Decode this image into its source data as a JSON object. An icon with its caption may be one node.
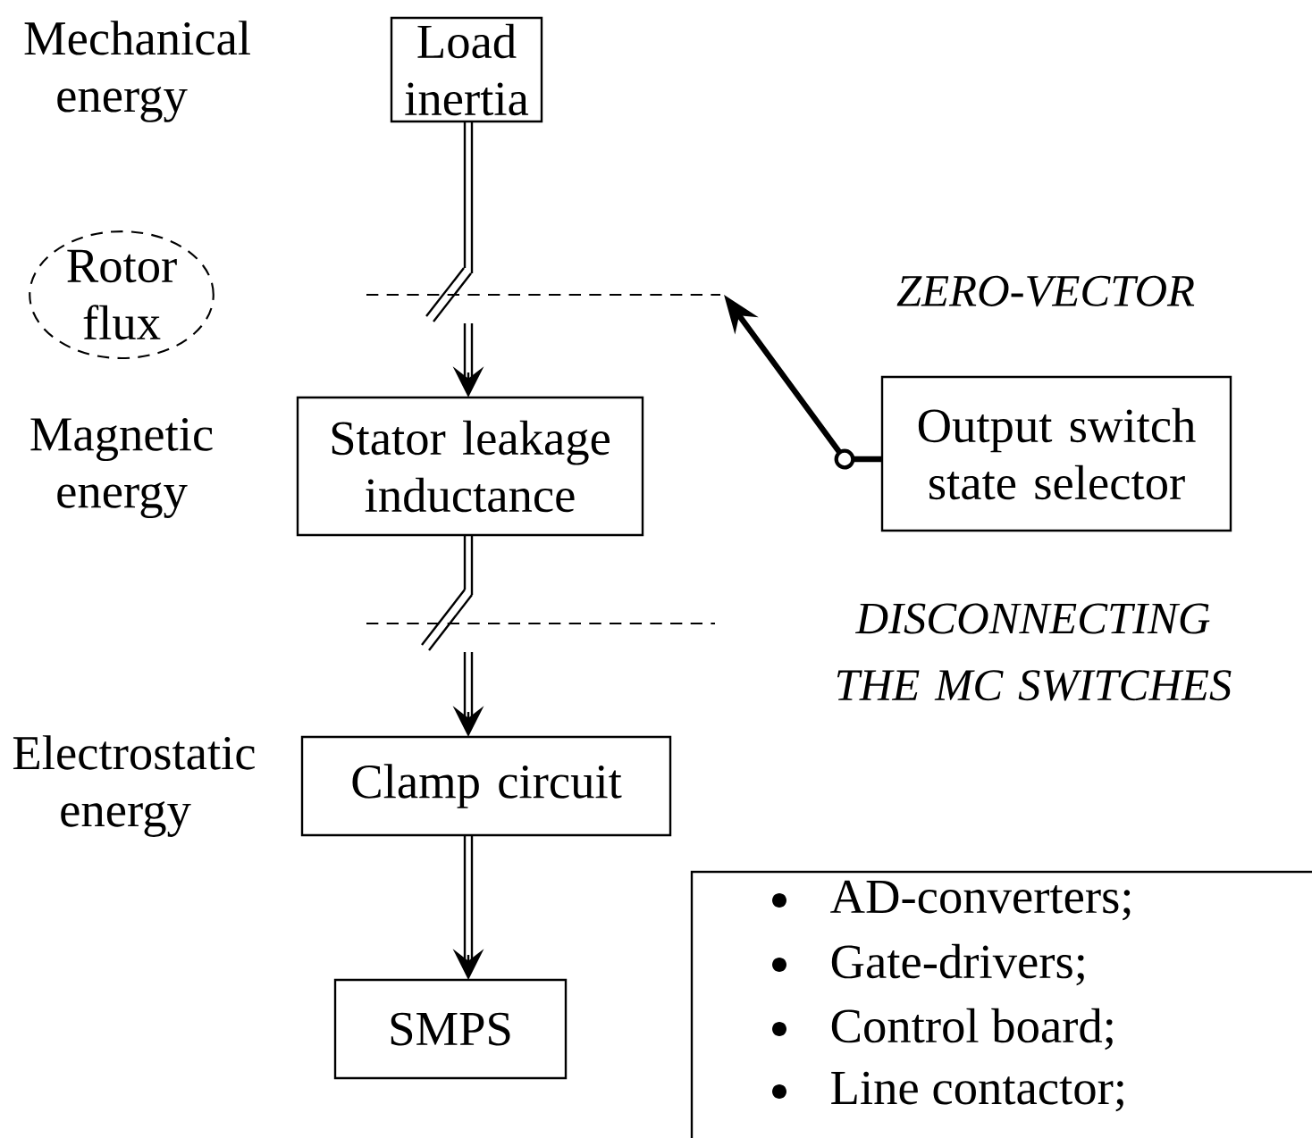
{
  "diagram": {
    "nodes": [
      {
        "text": [
          "Load inertia"
        ]
      },
      {
        "text": [
          "Rotor flux"
        ]
      },
      {
        "text": [
          "Stator leakage inductance"
        ],
        "beside": [
          "Magnetic energy"
        ]
      },
      {
        "text": [
          "Output switch state selector"
        ]
      },
      {
        "text": [
          "Clamp circuit"
        ],
        "beside": [
          "Electrostatic energy"
        ]
      },
      {
        "text": [
          "SMPS"
        ]
      },
      {
        "text": [
          "AD-converters;",
          "Gate-drivers;",
          "Control board;",
          "Line contactor;"
        ]
      },
      {
        "text": [],
        "shape": "switch"
      },
      {
        "text": [],
        "shape": "switch"
      }
    ],
    "edges": [
      {
        "from": 0,
        "to": 7,
        "arrow": "none"
      },
      {
        "from": 7,
        "to": 2,
        "arrow": "to"
      },
      {
        "from": 2,
        "to": 8,
        "arrow": "none"
      },
      {
        "from": 8,
        "to": 4,
        "arrow": "to"
      },
      {
        "from": 4,
        "to": 5,
        "arrow": "to"
      },
      {
        "from": 3,
        "to": null,
        "arrow": "to",
        "style": "thick"
      }
    ],
    "labels": [
      "Mechanical energy",
      "ZERO-VECTOR",
      "DISCONNECTING THE MC SWITCHES"
    ]
  }
}
